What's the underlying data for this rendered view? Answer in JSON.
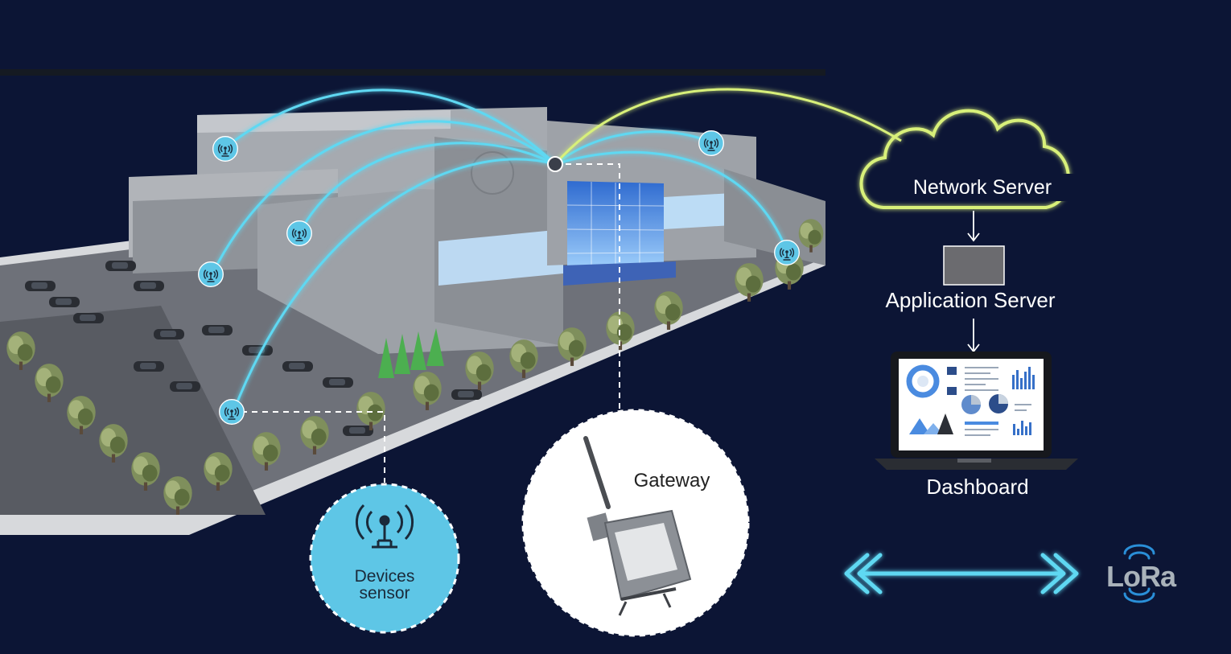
{
  "diagram": {
    "nodes": {
      "network_server": "Network Server",
      "application_server": "Application Server",
      "dashboard": "Dashboard",
      "gateway": "Gateway",
      "devices_sensor": "Devices sensor"
    },
    "legend": {
      "lora": "LoRa"
    }
  },
  "colors": {
    "background": "#0c1535",
    "link_lora": "#5fd8f2",
    "link_backhaul": "#d8f07a",
    "sensor": "#5ec6e6",
    "building": "#9a9ea4"
  },
  "icons": [
    "antenna-icon",
    "cloud-icon",
    "laptop-icon",
    "double-arrow-icon",
    "lora-wave-icon"
  ]
}
